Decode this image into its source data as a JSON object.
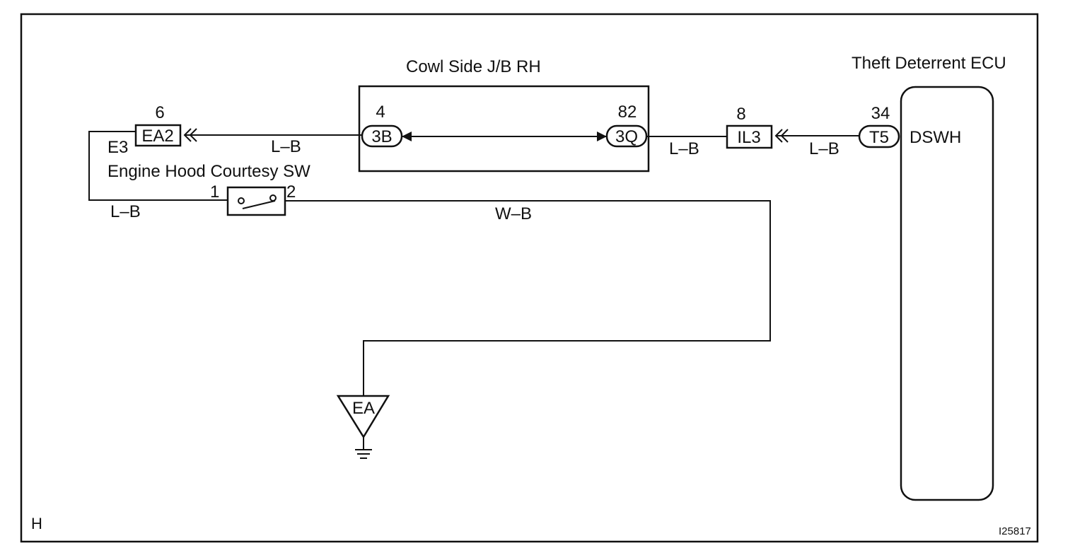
{
  "diagram_code": "I25817",
  "corner_label": "H",
  "jb": {
    "name": "Cowl Side J/B RH",
    "left_pin": "4",
    "left_conn": "3B",
    "right_pin": "82",
    "right_conn": "3Q"
  },
  "ecu": {
    "name": "Theft Deterrent ECU",
    "pin": "34",
    "conn": "T5",
    "terminal": "DSWH"
  },
  "connectors": {
    "ea2": {
      "pin": "6",
      "code": "EA2"
    },
    "il3": {
      "pin": "8",
      "code": "IL3"
    }
  },
  "switch": {
    "ref": "E3",
    "name": "Engine Hood Courtesy SW",
    "pin1": "1",
    "pin2": "2"
  },
  "ground": {
    "code": "EA"
  },
  "wires": {
    "ea2_to_3b": "L–B",
    "3q_to_il3": "L–B",
    "il3_to_t5": "L–B",
    "sw_left": "L–B",
    "sw_to_ground": "W–B"
  }
}
